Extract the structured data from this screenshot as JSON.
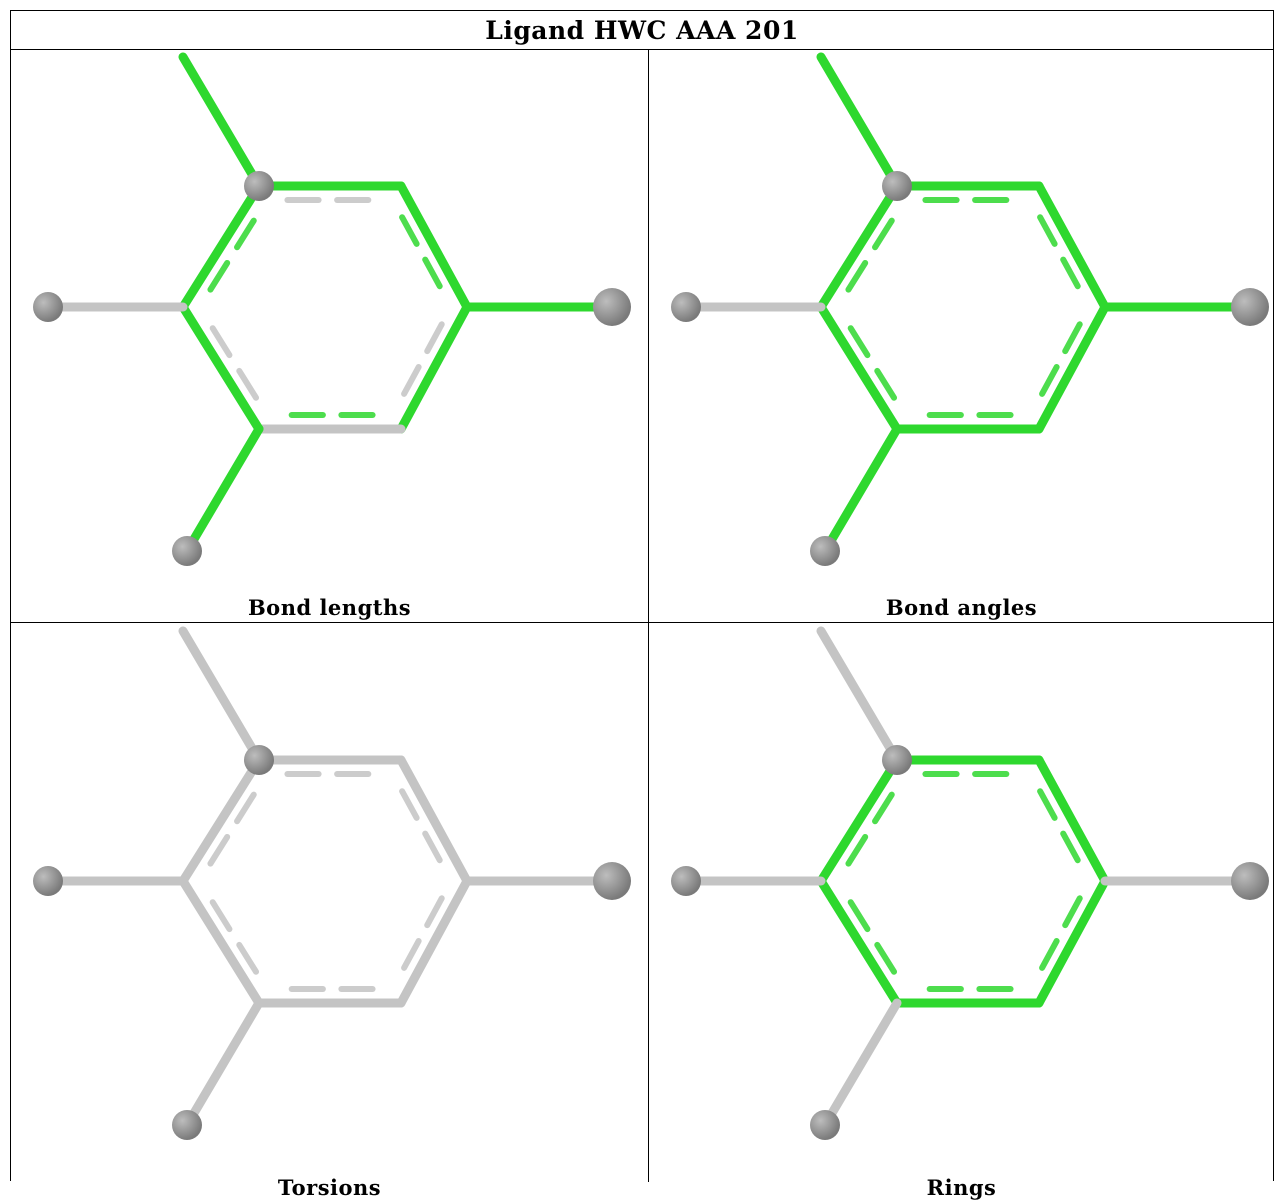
{
  "title": "Ligand HWC AAA 201",
  "colors": {
    "pass": "#2ed82e",
    "neutral": "#c4c4c4",
    "atom": "#7a7a7a"
  },
  "panels": [
    {
      "caption": "Bond lengths",
      "bond_colors": [
        "pass",
        "pass",
        "pass",
        "neutral",
        "pass",
        "pass",
        "neutral",
        "pass",
        "pass",
        "pass"
      ],
      "dash_colors": [
        "neutral",
        "pass",
        "neutral",
        "pass",
        "neutral",
        "pass"
      ]
    },
    {
      "caption": "Bond angles",
      "bond_colors": [
        "pass",
        "pass",
        "pass",
        "pass",
        "pass",
        "pass",
        "neutral",
        "pass",
        "pass",
        "pass"
      ],
      "dash_colors": [
        "pass",
        "pass",
        "pass",
        "pass",
        "pass",
        "pass"
      ]
    },
    {
      "caption": "Torsions",
      "bond_colors": [
        "neutral",
        "neutral",
        "neutral",
        "neutral",
        "neutral",
        "neutral",
        "neutral",
        "neutral",
        "neutral",
        "neutral"
      ],
      "dash_colors": [
        "neutral",
        "neutral",
        "neutral",
        "neutral",
        "neutral",
        "neutral"
      ]
    },
    {
      "caption": "Rings",
      "bond_colors": [
        "pass",
        "pass",
        "pass",
        "pass",
        "pass",
        "pass",
        "neutral",
        "neutral",
        "neutral",
        "neutral"
      ],
      "dash_colors": [
        "pass",
        "pass",
        "pass",
        "pass",
        "pass",
        "pass"
      ]
    }
  ]
}
